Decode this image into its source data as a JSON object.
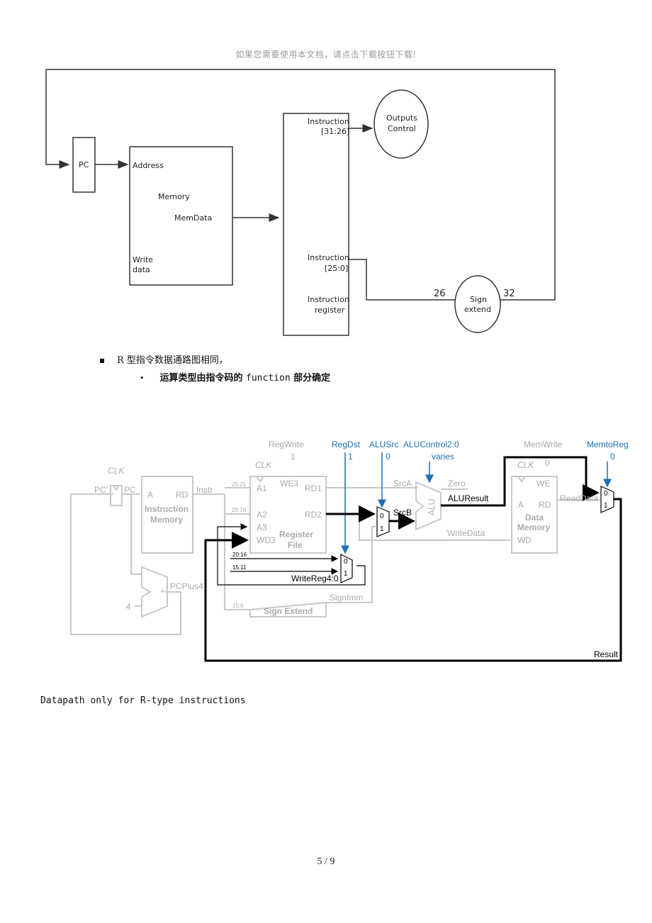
{
  "header": {
    "watermark": "如果您需要使用本文档，请点击下载按钮下载!"
  },
  "diagram1": {
    "pc": "PC",
    "memory": {
      "address": "Address",
      "memory": "Memory",
      "memdata": "MemData",
      "write1": "Write",
      "write2": "data"
    },
    "ir": {
      "instr1": "Instruction",
      "instr1_bits": "[31:26]",
      "instr2": "Instruction",
      "instr2_bits": "[25:0]",
      "reg1": "Instruction",
      "reg2": "register"
    },
    "outputs1": "Outputs",
    "outputs2": "Control",
    "sign1": "Sign",
    "sign2": "extend",
    "w26": "26",
    "w32": "32"
  },
  "bullets": {
    "b1": "R 型指令数据通路图相同，",
    "b2_pre": "运算类型由指令码的 ",
    "b2_code": "function",
    "b2_post": " 部分确定"
  },
  "diagram2": {
    "regwrite": "RegWrite",
    "regwrite_val": "1",
    "regdst": "RegDst",
    "regdst_val": "1",
    "alusrc": "ALUSrc",
    "alusrc_val": "0",
    "aluctl": "ALUControl2:0",
    "aluctl_val": "varies",
    "memwrite": "MemWrite",
    "memwrite_val": "0",
    "memtoreg": "MemtoReg",
    "memtoreg_val": "0",
    "clk": "CLK",
    "pcprime": "PC'",
    "pc": "PC",
    "im_a": "A",
    "im_rd": "RD",
    "im1": "Instruction",
    "im2": "Memory",
    "instr": "Instr",
    "b2521": "25:21",
    "b2016": "20:16",
    "b2016b": "20:16",
    "b1511": "15:11",
    "b150": "15:0",
    "a1": "A1",
    "a2": "A2",
    "a3": "A3",
    "wd3": "WD3",
    "we3": "WE3",
    "rd1": "RD1",
    "rd2": "RD2",
    "rf1": "Register",
    "rf2": "File",
    "srca": "SrcA",
    "srcb": "SrcB",
    "zero": "Zero",
    "alu": "ALU",
    "aluresult": "ALUResult",
    "writedata": "WriteData",
    "dm_we": "WE",
    "dm_a": "A",
    "dm_rd": "RD",
    "dm1": "Data",
    "dm2": "Memory",
    "dm_wd": "WD",
    "readdata": "ReadData",
    "writereg": "WriteReg4:0",
    "signext": "Sign Extend",
    "signimm": "SignImm",
    "pcplus4": "PCPlus4",
    "plus": "+",
    "four": "4",
    "result": "Result",
    "m0": "0",
    "m1": "1"
  },
  "caption": "Datapath only for R-type instructions",
  "page": "5 / 9"
}
